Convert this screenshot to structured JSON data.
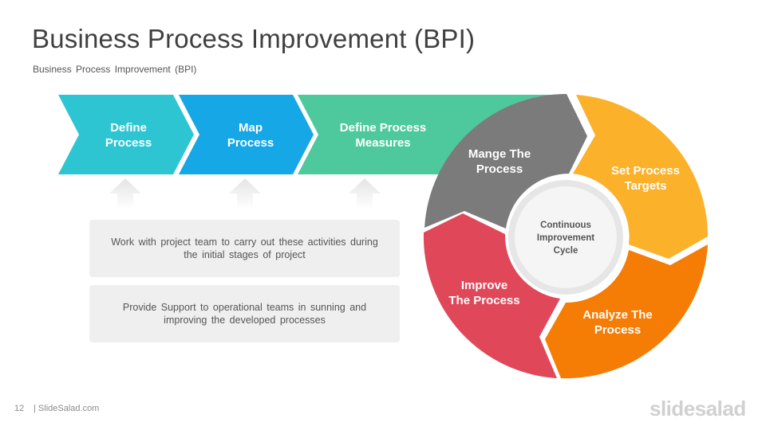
{
  "title": "Business Process Improvement (BPI)",
  "subtitle": "Business Process Improvement (BPI)",
  "chevrons": [
    {
      "line1": "Define",
      "line2": "Process",
      "color": "#2ec5d3"
    },
    {
      "line1": "Map",
      "line2": "Process",
      "color": "#16a7e6"
    },
    {
      "line1": "Define Process",
      "line2": "Measures",
      "color": "#4ec99d"
    }
  ],
  "cycle": {
    "center_line1": "Continuous",
    "center_line2": "Improvement",
    "center_line3": "Cycle",
    "segments": [
      {
        "line1": "Mange The",
        "line2": "Process",
        "color": "#7b7b7b"
      },
      {
        "line1": "Set Process",
        "line2": "Targets",
        "color": "#fbb12a"
      },
      {
        "line1": "Analyze The",
        "line2": "Process",
        "color": "#f57d05"
      },
      {
        "line1": "Improve",
        "line2": "The Process",
        "color": "#e0485a"
      }
    ]
  },
  "notes": [
    "Work with project team to carry out these activities during the initial  stages of project",
    "Provide  Support  to operational teams in sunning and improving  the developed  processes"
  ],
  "footer": {
    "page_number": "12",
    "brand": "| SlideSalad.com",
    "logo": "slidesalad"
  }
}
